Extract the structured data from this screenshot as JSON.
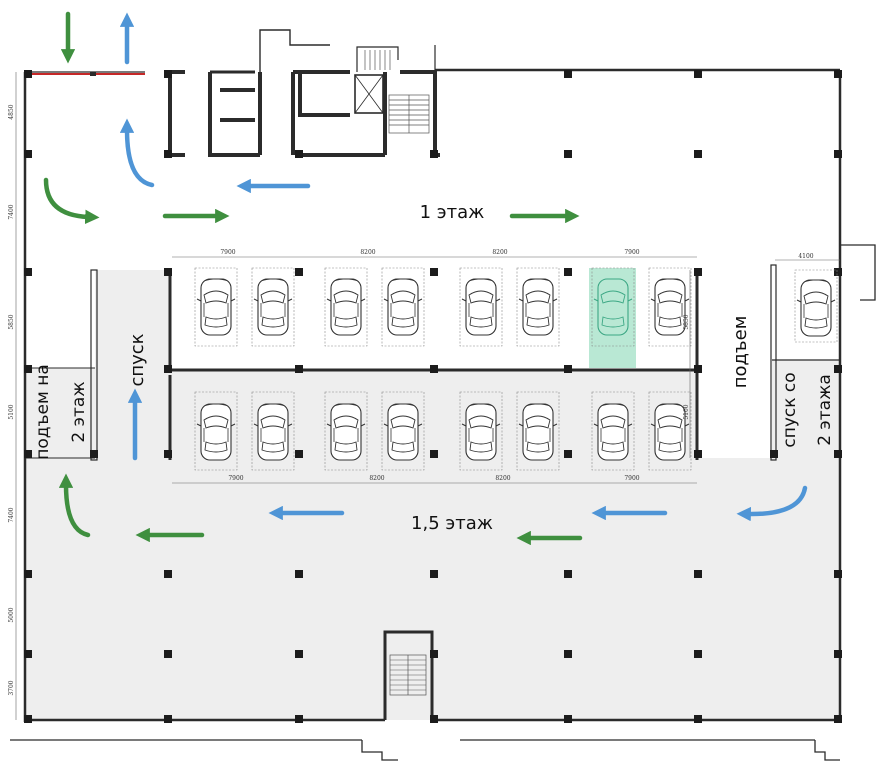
{
  "labels": {
    "floor1": "1 этаж",
    "floor15": "1,5 этаж",
    "descent": "спуск",
    "ascent": "подъем",
    "ascent_to_2": "подъем на",
    "ascent_to_2_b": "2 этаж",
    "descent_from_2": "спуск со",
    "descent_from_2_b": "2 этажа"
  },
  "dimensions": {
    "top_row": [
      "7900",
      "8200",
      "8200",
      "7900"
    ],
    "bottom_row": [
      "7900",
      "8200",
      "8200",
      "7900"
    ],
    "right_bay": "4100",
    "left_side": [
      "4850",
      "7400",
      "5850",
      "5100",
      "7400",
      "5000",
      "3700"
    ],
    "inner_right": [
      "5850",
      "5100"
    ]
  },
  "colors": {
    "wall": "#2b2b2b",
    "column": "#1c1c1c",
    "ramp_floor": "#eeeeee",
    "arrow_green": "#3f8f3f",
    "arrow_blue": "#4f95d6",
    "highlight_spot": "#b9e8d4",
    "gate_red": "#c62828"
  },
  "icons": {
    "car": "car-top-view-icon",
    "stairs": "stairs-icon",
    "elevator": "elevator-icon"
  }
}
